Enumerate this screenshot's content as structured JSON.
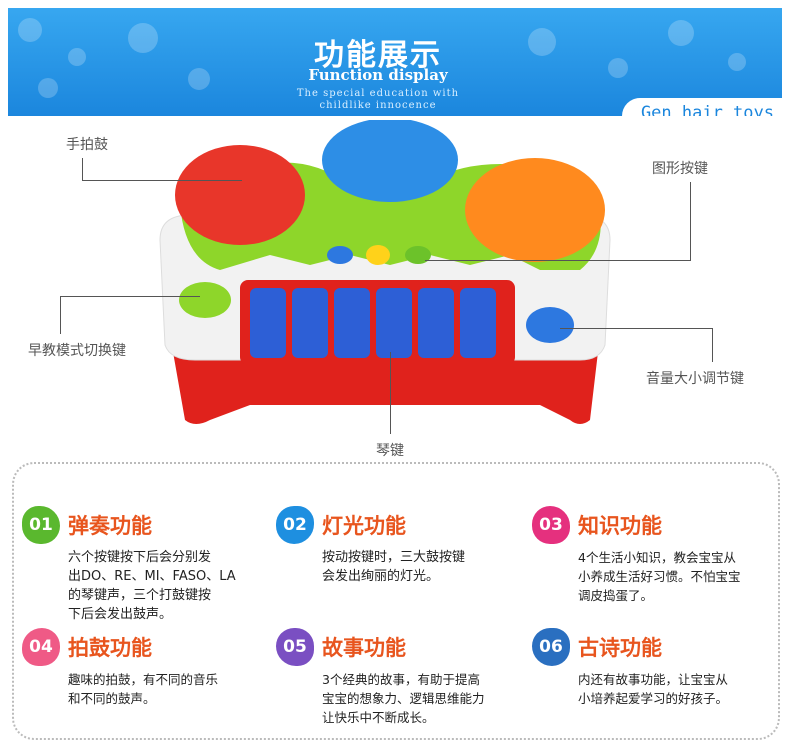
{
  "banner": {
    "title": "功能展示",
    "subtitle": "Function display",
    "tagline": [
      "The special education with",
      "childlike innocence"
    ],
    "brand": "Gen hair toys"
  },
  "callouts": {
    "hand_drum": "手拍鼓",
    "shape_buttons": "图形按键",
    "mode_switch": "早教模式切换键",
    "volume": "音量大小调节键",
    "keys": "琴键"
  },
  "features": [
    {
      "num": "01",
      "title": "弹奏功能",
      "color": "#5ab82e",
      "desc": [
        "六个按键按下后会分别发",
        "出DO、RE、MI、FASO、LA",
        "的琴键声，三个打鼓键按",
        "下后会发出鼓声。"
      ]
    },
    {
      "num": "02",
      "title": "灯光功能",
      "color": "#1e8fe0",
      "desc": [
        "按动按键时，三大鼓按键",
        "会发出绚丽的灯光。"
      ]
    },
    {
      "num": "03",
      "title": "知识功能",
      "color": "#e5307e",
      "desc": [
        "4个生活小知识，教会宝宝从",
        "小养成生活好习惯。不怕宝宝",
        "调皮捣蛋了。"
      ]
    },
    {
      "num": "04",
      "title": "拍鼓功能",
      "color": "#ef5a86",
      "desc": [
        "趣味的拍鼓，有不同的音乐",
        "和不同的鼓声。"
      ]
    },
    {
      "num": "05",
      "title": "故事功能",
      "color": "#7a4fc2",
      "desc": [
        "3个经典的故事，有助于提高",
        "宝宝的想象力、逻辑思维能力",
        "让快乐中不断成长。"
      ]
    },
    {
      "num": "06",
      "title": "古诗功能",
      "color": "#2a6fc0",
      "desc": [
        "内还有故事功能，让宝宝从",
        "小培养起爱学习的好孩子。"
      ]
    }
  ],
  "colors": {
    "banner": "#2a97e8",
    "title_text": "#e8551e",
    "toy_red": "#e0221c",
    "toy_green": "#8ed62a"
  }
}
